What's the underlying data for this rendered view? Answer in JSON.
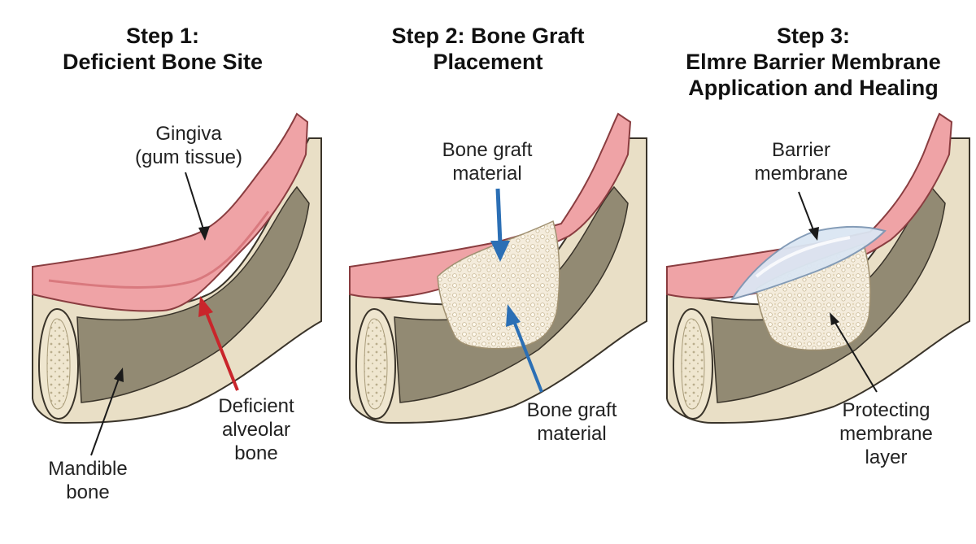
{
  "panels": [
    {
      "title": [
        "Step 1:",
        "Deficient Bone Site"
      ],
      "labels": {
        "gingiva": [
          "Gingiva",
          "(gum tissue)"
        ],
        "deficient": [
          "Deficient",
          "alveolar",
          "bone"
        ],
        "mandible": [
          "Mandible",
          "bone"
        ]
      }
    },
    {
      "title": [
        "Step 2: Bone Graft",
        "Placement"
      ],
      "labels": {
        "graft_top": [
          "Bone graft",
          "material"
        ],
        "graft_bottom": [
          "Bone graft",
          "material"
        ]
      }
    },
    {
      "title": [
        "Step 3:",
        "Elmre Barrier Membrane",
        "Application and Healing"
      ],
      "labels": {
        "membrane": [
          "Barrier",
          "membrane"
        ],
        "protecting": [
          "Protecting",
          "membrane",
          "layer"
        ]
      }
    }
  ],
  "colors": {
    "gingiva": "#efa3a6",
    "gingiva_dark": "#d9797e",
    "cortical_bone": "#e9dfc6",
    "cancellous_bone": "#928a73",
    "graft": "#f4ecdc",
    "membrane": "#dbe6f3",
    "arrow_red": "#c9252b",
    "arrow_blue": "#2b6fb5",
    "arrow_black": "#1a1a1a"
  }
}
